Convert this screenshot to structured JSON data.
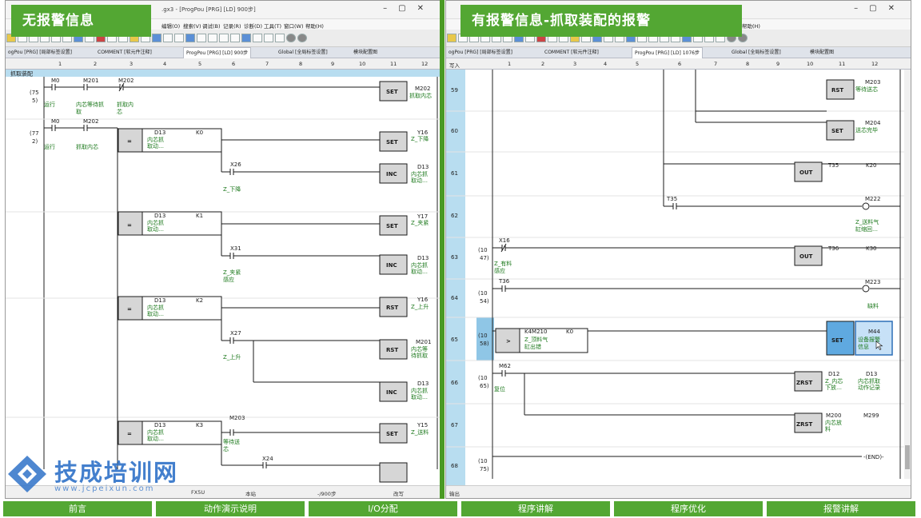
{
  "left": {
    "banner": "无报警信息",
    "title": "ProgPou [PRG] [LD] 900步",
    "title_file": ".gx3 - [ProgPou [PRG] [LD] 900步]",
    "menu": [
      "编辑(O)",
      "搜索(V)",
      "调试(B)",
      "记录(R)",
      "诊断(D)",
      "工具(T)",
      "窗口(W)",
      "帮助(H)"
    ],
    "tabs": [
      "ogPou [PRG] [局部标签设置]",
      "COMMENT [软元件注释]",
      "ProgPou [PRG] [LD] 900步",
      "Global [全局标签设置]",
      "模块配置图"
    ],
    "cols": [
      "1",
      "2",
      "3",
      "4",
      "5",
      "6",
      "7",
      "8",
      "9",
      "10",
      "11",
      "12"
    ],
    "section": "抓取装配",
    "steps": [
      "(75",
      "5)",
      "(77",
      "2)"
    ],
    "status": [
      "FX5U",
      "本站",
      "-/900步",
      "改写"
    ]
  },
  "right": {
    "banner": "有报警信息-抓取装配的报警",
    "menu_help": "帮助(H)",
    "tabs": [
      "ogPou [PRG] [局部标签设置]",
      "COMMENT [软元件注释]",
      "ProgPou [PRG] [LD] 1076步",
      "Global [全局标签设置]",
      "模块配置图"
    ],
    "cols": [
      "1",
      "2",
      "3",
      "4",
      "5",
      "6",
      "7",
      "8",
      "9",
      "10",
      "11",
      "12"
    ],
    "rows": [
      "59",
      "60",
      "61",
      "62",
      "63",
      "64",
      "65",
      "66",
      "67",
      "68"
    ],
    "steps": [
      "(10",
      "47)",
      "(10",
      "54)",
      "(10",
      "58)",
      "(10",
      "65)",
      "(10",
      "75)"
    ],
    "status_left": "输出",
    "cols_left": "写入"
  },
  "ladder": {
    "M0": "M0",
    "M201": "M201",
    "M202": "M202",
    "M202b": "M202",
    "run": "运行",
    "wait": "内芯等待抓",
    "wait2": "取",
    "grab": "抓取内",
    "grab2": "芯",
    "grab_core": "抓取内芯",
    "set": "SET",
    "inc": "INC",
    "rst": "RST",
    "out": "OUT",
    "zrst": "ZRST",
    "eq": "=",
    "gt": ">",
    "D13": "D13",
    "K0": "K0",
    "K1": "K1",
    "K2": "K2",
    "K3": "K3",
    "core_act1": "内芯抓",
    "core_act2": "取动…",
    "Y16": "Y16",
    "z_down": "Z_下降",
    "X26": "X26",
    "X31": "X31",
    "X27": "X27",
    "X24": "X24",
    "Y17": "Y17",
    "z_clamp": "Z_夹紧",
    "z_clamp2": "Z_夹紧",
    "z_clamp3": "感应",
    "z_up": "Z_上升",
    "M201b": "M201",
    "core_wait1": "内芯等",
    "core_wait2": "待抓取",
    "M203": "M203",
    "wait_send": "等待送",
    "wait_send2": "芯",
    "Y15": "Y15",
    "z_send": "Z_送料",
    "rM203": "M203",
    "wait_core": "等待送芯",
    "M204": "M204",
    "core_done": "送芯完毕",
    "T35": "T35",
    "K20": "K20",
    "T35b": "T35",
    "M222": "M222",
    "z_cyl1": "Z_送料气",
    "z_cyl2": "缸缩回…",
    "X16": "X16",
    "z_mat1": "Z_有料",
    "z_mat2": "感应",
    "T36": "T36",
    "K30": "K30",
    "T36b": "T36",
    "M223": "M223",
    "lack": "缺料",
    "K4M210": "K4M210",
    "K0b": "K0",
    "z_top1": "Z_顶料气",
    "z_top2": "缸出错",
    "M44": "M44",
    "alarm1": "设备报警",
    "alarm2": "信息",
    "M62": "M62",
    "reset": "复位",
    "D12": "D12",
    "z_core1": "Z_内芯",
    "z_core2": "下放…",
    "D13b": "D13",
    "rec1": "内芯抓取",
    "rec2": "动作记录",
    "M200": "M200",
    "M299": "M299",
    "core_put1": "内芯放",
    "core_put2": "料",
    "end": "END"
  },
  "bottom": [
    "前言",
    "动作演示说明",
    "I/O分配",
    "程序讲解",
    "程序优化",
    "报警讲解"
  ],
  "logo": {
    "main": "技成培训网",
    "sub": "www.jcpeixun.com"
  },
  "colors": {
    "banner": "#53a733",
    "accent": "#4a9a24",
    "ladder": "#1a1a1a",
    "comment": "#1e7a1e",
    "rowhdr": "#b8ddf0",
    "logo": "#2f72c8"
  }
}
